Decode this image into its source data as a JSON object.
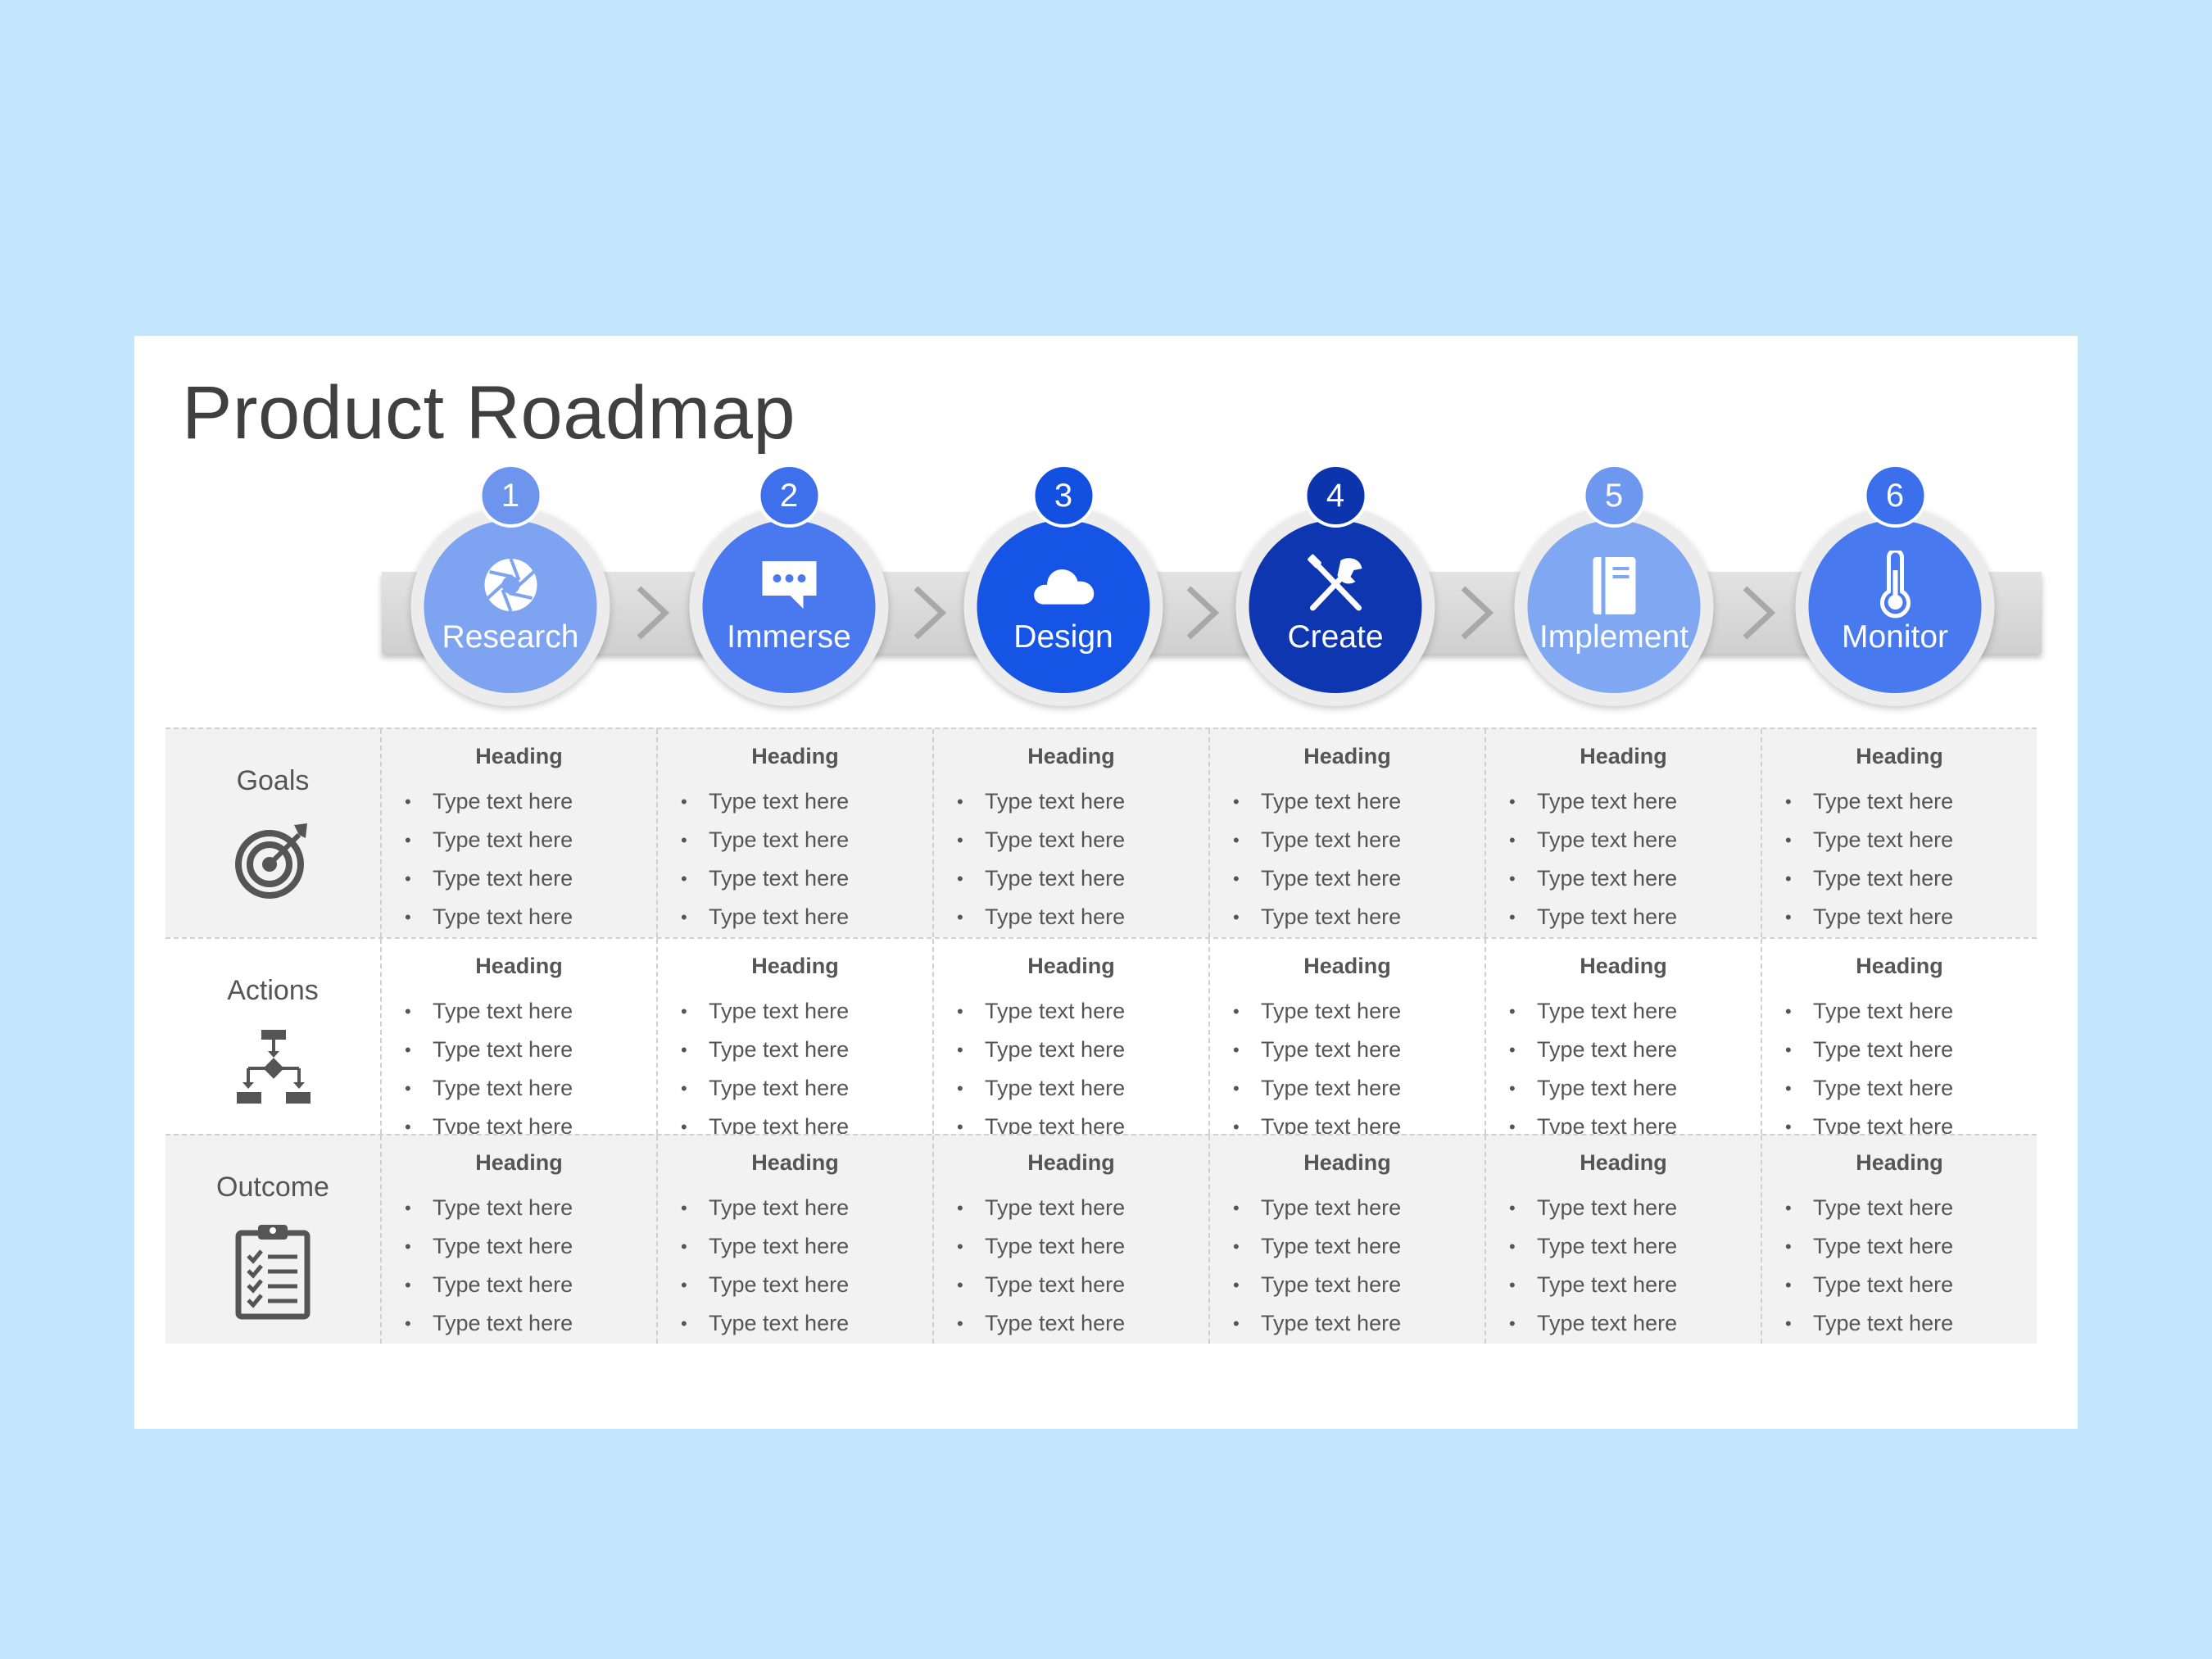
{
  "title": "Product Roadmap",
  "colors": {
    "background": "#c5e7fd",
    "slide": "#ffffff",
    "band": "#d9d9d9",
    "text": "#555555"
  },
  "steps": [
    {
      "num": "1",
      "label": "Research",
      "icon": "camera-aperture-icon",
      "color": "#7ea3f0",
      "badge": "#6e95ee"
    },
    {
      "num": "2",
      "label": "Immerse",
      "icon": "chat-bubble-icon",
      "color": "#4a78ee",
      "badge": "#3f70ec"
    },
    {
      "num": "3",
      "label": "Design",
      "icon": "cloud-icon",
      "color": "#1554e4",
      "badge": "#1450e0"
    },
    {
      "num": "4",
      "label": "Create",
      "icon": "tools-icon",
      "color": "#0d36b0",
      "badge": "#0c34ad"
    },
    {
      "num": "5",
      "label": "Implement",
      "icon": "notebook-icon",
      "color": "#7fa7f2",
      "badge": "#6e98ef"
    },
    {
      "num": "6",
      "label": "Monitor",
      "icon": "thermometer-icon",
      "color": "#4879ee",
      "badge": "#3b6fec"
    }
  ],
  "rows": [
    {
      "label": "Goals",
      "icon": "target-icon",
      "cells": [
        {
          "heading": "Heading",
          "items": [
            "Type text here",
            "Type text here",
            "Type text here",
            "Type text here"
          ]
        },
        {
          "heading": "Heading",
          "items": [
            "Type text here",
            "Type text here",
            "Type text here",
            "Type text here"
          ]
        },
        {
          "heading": "Heading",
          "items": [
            "Type text here",
            "Type text here",
            "Type text here",
            "Type text here"
          ]
        },
        {
          "heading": "Heading",
          "items": [
            "Type text here",
            "Type text here",
            "Type text here",
            "Type text here"
          ]
        },
        {
          "heading": "Heading",
          "items": [
            "Type text here",
            "Type text here",
            "Type text here",
            "Type text here"
          ]
        },
        {
          "heading": "Heading",
          "items": [
            "Type text here",
            "Type text here",
            "Type text here",
            "Type text here"
          ]
        }
      ]
    },
    {
      "label": "Actions",
      "icon": "hierarchy-icon",
      "cells": [
        {
          "heading": "Heading",
          "items": [
            "Type text here",
            "Type text here",
            "Type text here",
            "Type text here"
          ]
        },
        {
          "heading": "Heading",
          "items": [
            "Type text here",
            "Type text here",
            "Type text here",
            "Type text here"
          ]
        },
        {
          "heading": "Heading",
          "items": [
            "Type text here",
            "Type text here",
            "Type text here",
            "Type text here"
          ]
        },
        {
          "heading": "Heading",
          "items": [
            "Type text here",
            "Type text here",
            "Type text here",
            "Type text here"
          ]
        },
        {
          "heading": "Heading",
          "items": [
            "Type text here",
            "Type text here",
            "Type text here",
            "Type text here"
          ]
        },
        {
          "heading": "Heading",
          "items": [
            "Type text here",
            "Type text here",
            "Type text here",
            "Type text here"
          ]
        }
      ]
    },
    {
      "label": "Outcome",
      "icon": "clipboard-checklist-icon",
      "cells": [
        {
          "heading": "Heading",
          "items": [
            "Type text here",
            "Type text here",
            "Type text here",
            "Type text here"
          ]
        },
        {
          "heading": "Heading",
          "items": [
            "Type text here",
            "Type text here",
            "Type text here",
            "Type text here"
          ]
        },
        {
          "heading": "Heading",
          "items": [
            "Type text here",
            "Type text here",
            "Type text here",
            "Type text here"
          ]
        },
        {
          "heading": "Heading",
          "items": [
            "Type text here",
            "Type text here",
            "Type text here",
            "Type text here"
          ]
        },
        {
          "heading": "Heading",
          "items": [
            "Type text here",
            "Type text here",
            "Type text here",
            "Type text here"
          ]
        },
        {
          "heading": "Heading",
          "items": [
            "Type text here",
            "Type text here",
            "Type text here",
            "Type text here"
          ]
        }
      ]
    }
  ]
}
